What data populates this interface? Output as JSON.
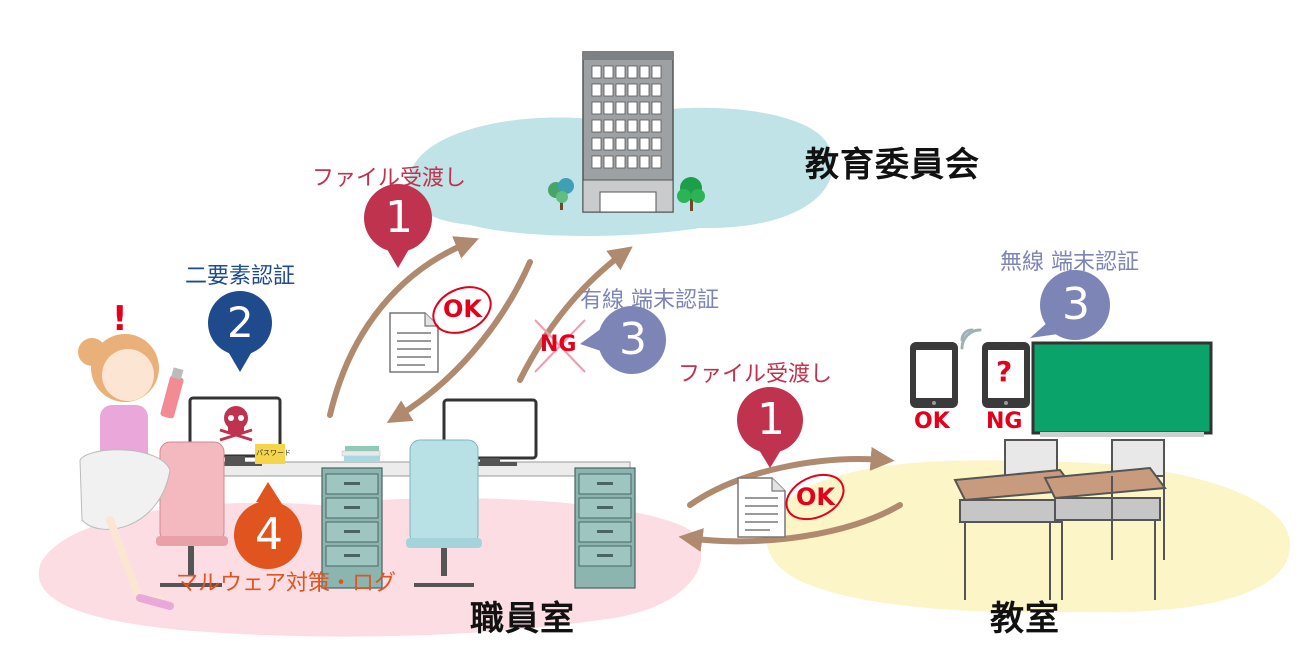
{
  "places": {
    "board_of_education": "教育委員会",
    "staff_room": "職員室",
    "classroom": "教室"
  },
  "steps": {
    "file_transfer_top": {
      "number": "1",
      "label": "ファイル受渡し"
    },
    "two_factor": {
      "number": "2",
      "label": "二要素認証"
    },
    "wired_auth": {
      "number": "3",
      "label": "有線 端末認証"
    },
    "wireless_auth": {
      "number": "3",
      "label": "無線 端末認証"
    },
    "file_transfer_class": {
      "number": "1",
      "label": "ファイル受渡し"
    },
    "malware_log": {
      "number": "4",
      "label": "マルウェア対策・ログ"
    }
  },
  "badges": {
    "ok_top": "OK",
    "ng_mid": "NG",
    "ok_class": "OK",
    "tablet_ok": "OK",
    "tablet_ng": "NG",
    "tablet_question": "?",
    "exclamation": "!",
    "password_note": "パスワード"
  },
  "colors": {
    "step1": "#c0334f",
    "step2": "#1f4b8c",
    "step3": "#7d84b6",
    "step4": "#e0551f",
    "arrow": "#b08a6e",
    "ok_red": "#e4001b",
    "cloud_blue": "#bfe3e6",
    "floor_pink": "#fbdde3",
    "floor_yellow": "#fbf5c8",
    "board_green": "#0aa36a"
  }
}
